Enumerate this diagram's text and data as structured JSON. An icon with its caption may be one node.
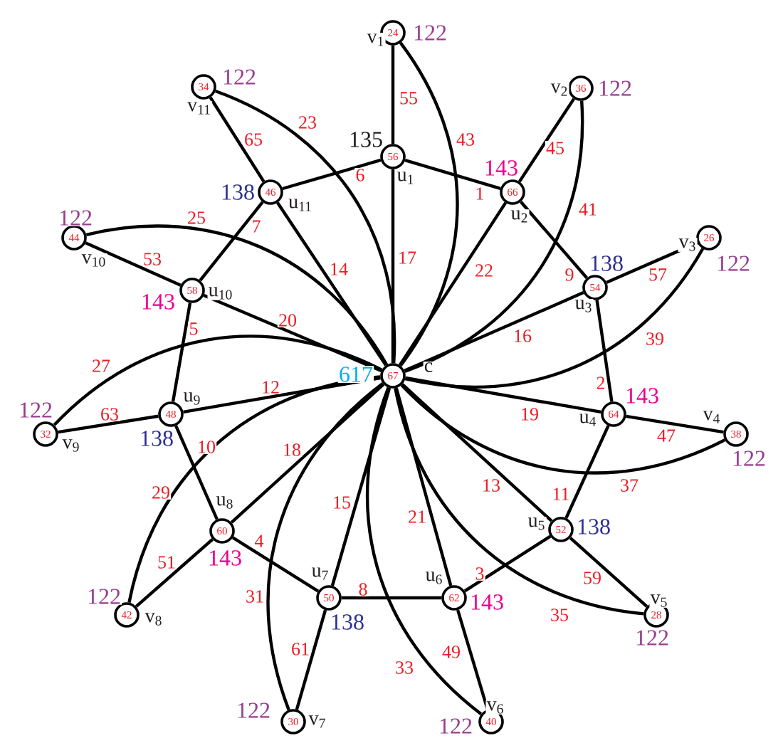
{
  "diagram": {
    "nodes": [
      {
        "text": [
          "67"
        ],
        "beside": [
          "c",
          "617"
        ]
      },
      {
        "text": [
          "56"
        ],
        "beside": [
          "u$_{1}$",
          "135"
        ]
      },
      {
        "text": [
          "66"
        ],
        "beside": [
          "u$_{2}$",
          "143"
        ]
      },
      {
        "text": [
          "54"
        ],
        "beside": [
          "u$_{3}$",
          "138"
        ]
      },
      {
        "text": [
          "64"
        ],
        "beside": [
          "u$_{4}$",
          "143"
        ]
      },
      {
        "text": [
          "52"
        ],
        "beside": [
          "u$_{5}$",
          "138"
        ]
      },
      {
        "text": [
          "62"
        ],
        "beside": [
          "u$_{6}$",
          "143"
        ]
      },
      {
        "text": [
          "50"
        ],
        "beside": [
          "u$_{7}$",
          "138"
        ]
      },
      {
        "text": [
          "60"
        ],
        "beside": [
          "u$_{8}$",
          "143"
        ]
      },
      {
        "text": [
          "48"
        ],
        "beside": [
          "u$_{9}$",
          "138"
        ]
      },
      {
        "text": [
          "58"
        ],
        "beside": [
          "u$_{10}$",
          "143"
        ]
      },
      {
        "text": [
          "46"
        ],
        "beside": [
          "u$_{11}$",
          "138"
        ]
      },
      {
        "text": [
          "24"
        ],
        "beside": [
          "v$_{1}$",
          "122"
        ]
      },
      {
        "text": [
          "36"
        ],
        "beside": [
          "v$_{2}$",
          "122"
        ]
      },
      {
        "text": [
          "26"
        ],
        "beside": [
          "v$_{3}$",
          "122"
        ]
      },
      {
        "text": [
          "38"
        ],
        "beside": [
          "v$_{4}$",
          "122"
        ]
      },
      {
        "text": [
          "28"
        ],
        "beside": [
          "v$_{5}$",
          "122"
        ]
      },
      {
        "text": [
          "40"
        ],
        "beside": [
          "v$_{6}$",
          "122"
        ]
      },
      {
        "text": [
          "30"
        ],
        "beside": [
          "v$_{7}$",
          "122"
        ]
      },
      {
        "text": [
          "42"
        ],
        "beside": [
          "v$_{8}$",
          "122"
        ]
      },
      {
        "text": [
          "32"
        ],
        "beside": [
          "v$_{9}$",
          "122"
        ]
      },
      {
        "text": [
          "44"
        ],
        "beside": [
          "v$_{10}$",
          "122"
        ]
      },
      {
        "text": [
          "34"
        ],
        "beside": [
          "v$_{11}$",
          "122"
        ]
      }
    ],
    "edges": [
      {
        "from": 0,
        "to": 1,
        "arrow": "none",
        "label": "17"
      },
      {
        "from": 0,
        "to": 2,
        "arrow": "none",
        "label": "22"
      },
      {
        "from": 0,
        "to": 3,
        "arrow": "none",
        "label": "16"
      },
      {
        "from": 0,
        "to": 4,
        "arrow": "none",
        "label": "19"
      },
      {
        "from": 0,
        "to": 5,
        "arrow": "none",
        "label": "13"
      },
      {
        "from": 0,
        "to": 6,
        "arrow": "none",
        "label": "21"
      },
      {
        "from": 0,
        "to": 7,
        "arrow": "none",
        "label": "15"
      },
      {
        "from": 0,
        "to": 8,
        "arrow": "none",
        "label": "18"
      },
      {
        "from": 0,
        "to": 9,
        "arrow": "none",
        "label": "12"
      },
      {
        "from": 0,
        "to": 10,
        "arrow": "none",
        "label": "20"
      },
      {
        "from": 0,
        "to": 11,
        "arrow": "none",
        "label": "14"
      },
      {
        "from": 0,
        "to": 12,
        "arrow": "none",
        "label": "43"
      },
      {
        "from": 0,
        "to": 13,
        "arrow": "none",
        "label": "41"
      },
      {
        "from": 0,
        "to": 14,
        "arrow": "none",
        "label": "39"
      },
      {
        "from": 0,
        "to": 15,
        "arrow": "none",
        "label": "37"
      },
      {
        "from": 0,
        "to": 16,
        "arrow": "none",
        "label": "35"
      },
      {
        "from": 0,
        "to": 17,
        "arrow": "none",
        "label": "33"
      },
      {
        "from": 0,
        "to": 18,
        "arrow": "none",
        "label": "31"
      },
      {
        "from": 0,
        "to": 19,
        "arrow": "none",
        "label": "29"
      },
      {
        "from": 0,
        "to": 20,
        "arrow": "none",
        "label": "27"
      },
      {
        "from": 0,
        "to": 21,
        "arrow": "none",
        "label": "25"
      },
      {
        "from": 0,
        "to": 22,
        "arrow": "none",
        "label": "23"
      },
      {
        "from": 1,
        "to": 2,
        "arrow": "none",
        "label": "1"
      },
      {
        "from": 2,
        "to": 3,
        "arrow": "none",
        "label": "9"
      },
      {
        "from": 3,
        "to": 4,
        "arrow": "none",
        "label": "2"
      },
      {
        "from": 4,
        "to": 5,
        "arrow": "none",
        "label": "11"
      },
      {
        "from": 5,
        "to": 6,
        "arrow": "none",
        "label": "3"
      },
      {
        "from": 6,
        "to": 7,
        "arrow": "none",
        "label": "8"
      },
      {
        "from": 7,
        "to": 8,
        "arrow": "none",
        "label": "4"
      },
      {
        "from": 8,
        "to": 9,
        "arrow": "none",
        "label": "10"
      },
      {
        "from": 9,
        "to": 10,
        "arrow": "none",
        "label": "5"
      },
      {
        "from": 10,
        "to": 11,
        "arrow": "none",
        "label": "7"
      },
      {
        "from": 11,
        "to": 1,
        "arrow": "none",
        "label": "6"
      },
      {
        "from": 1,
        "to": 12,
        "arrow": "none",
        "label": "55"
      },
      {
        "from": 2,
        "to": 13,
        "arrow": "none",
        "label": "45"
      },
      {
        "from": 3,
        "to": 14,
        "arrow": "none",
        "label": "57"
      },
      {
        "from": 4,
        "to": 15,
        "arrow": "none",
        "label": "47"
      },
      {
        "from": 5,
        "to": 16,
        "arrow": "none",
        "label": "59"
      },
      {
        "from": 6,
        "to": 17,
        "arrow": "none",
        "label": "49"
      },
      {
        "from": 7,
        "to": 18,
        "arrow": "none",
        "label": "61"
      },
      {
        "from": 8,
        "to": 19,
        "arrow": "none",
        "label": "51"
      },
      {
        "from": 9,
        "to": 20,
        "arrow": "none",
        "label": "63"
      },
      {
        "from": 10,
        "to": 21,
        "arrow": "none",
        "label": "53"
      },
      {
        "from": 11,
        "to": 22,
        "arrow": "none",
        "label": "65"
      }
    ]
  }
}
